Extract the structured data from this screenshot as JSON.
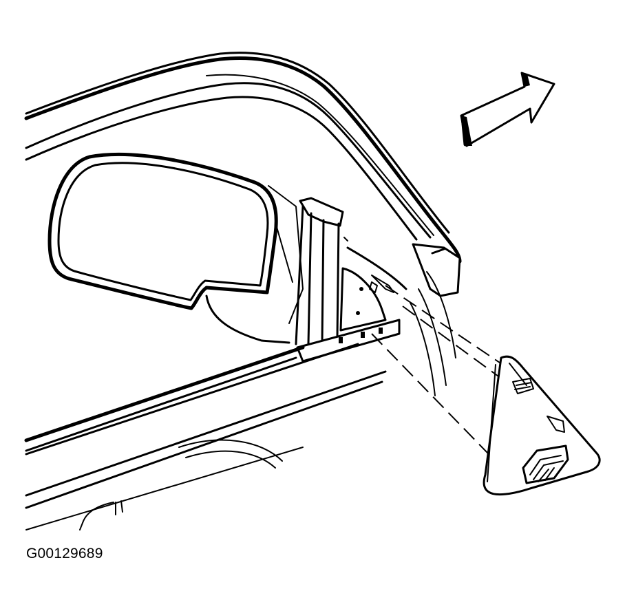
{
  "figure_id": "G00129689",
  "diagram": {
    "subject": "exterior-mirror-and-sail-panel-cover-exploded-view",
    "arrow_direction": "vehicle-front"
  }
}
